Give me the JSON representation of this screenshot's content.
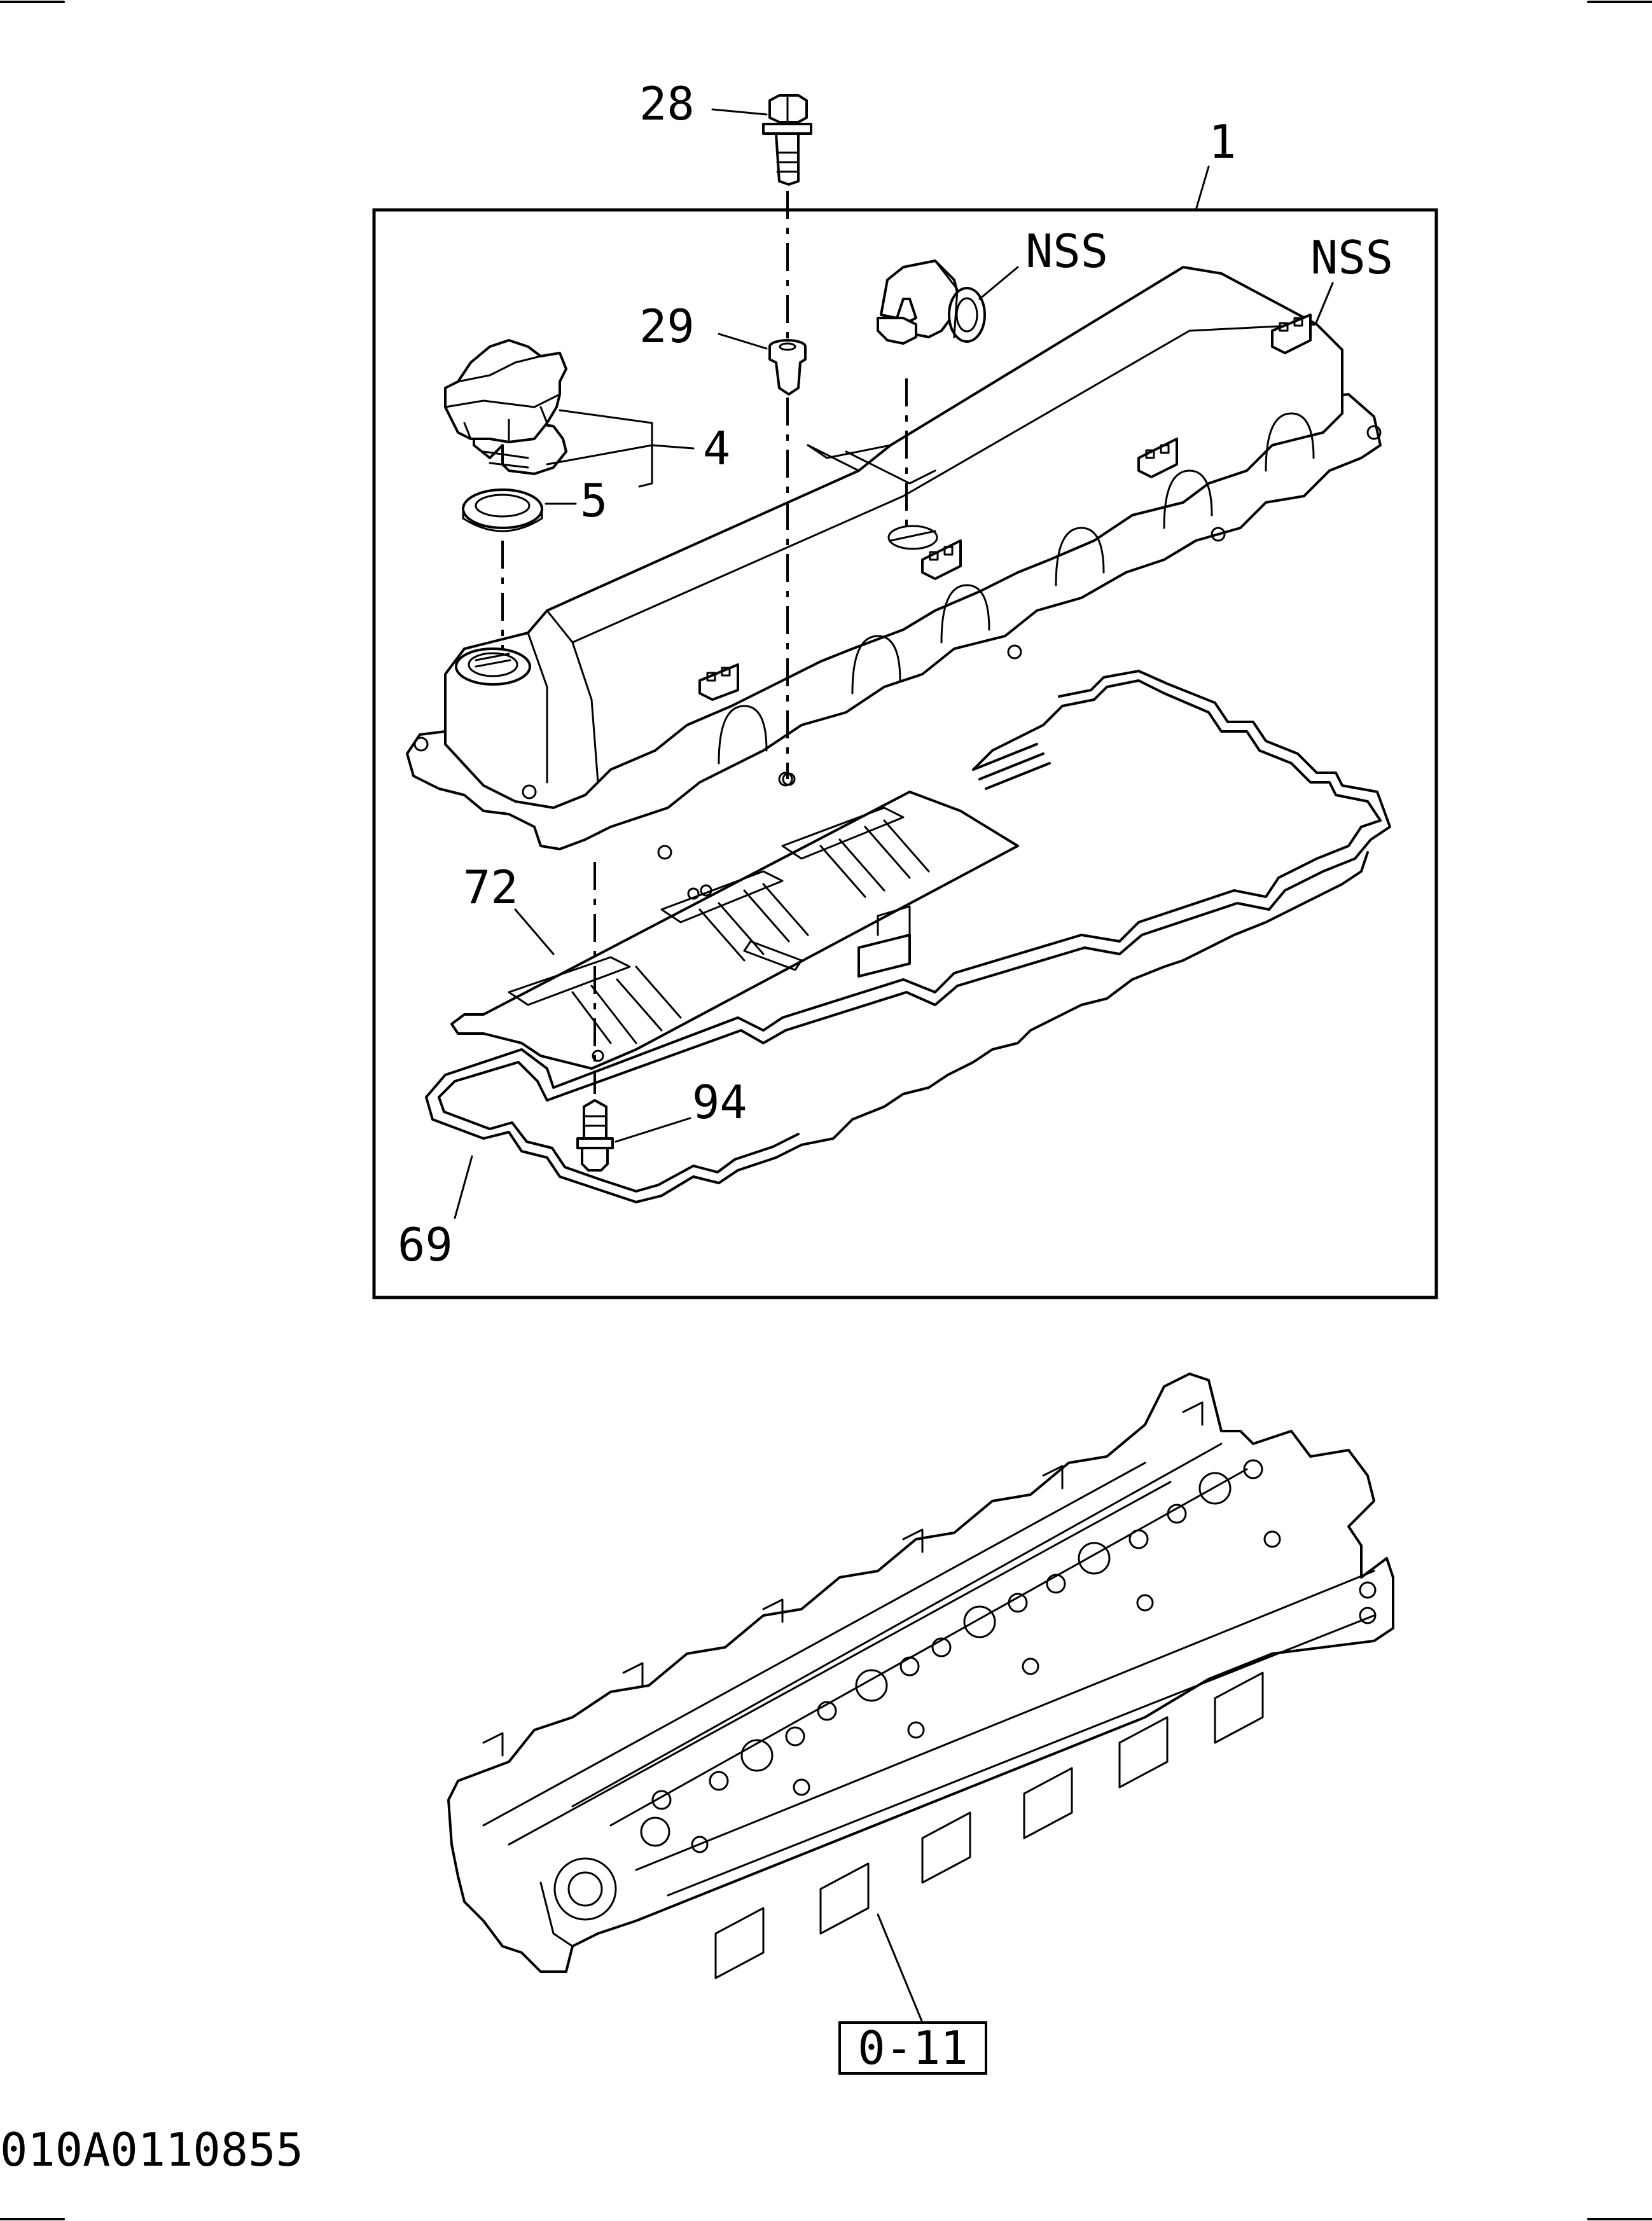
{
  "drawing_id": "010A0110855",
  "reference_box": "0-11",
  "callouts": {
    "c1": "1",
    "c4": "4",
    "c5": "5",
    "c28": "28",
    "c29": "29",
    "c69": "69",
    "c72": "72",
    "c94": "94",
    "nss_pipe": "NSS",
    "nss_cover": "NSS"
  }
}
